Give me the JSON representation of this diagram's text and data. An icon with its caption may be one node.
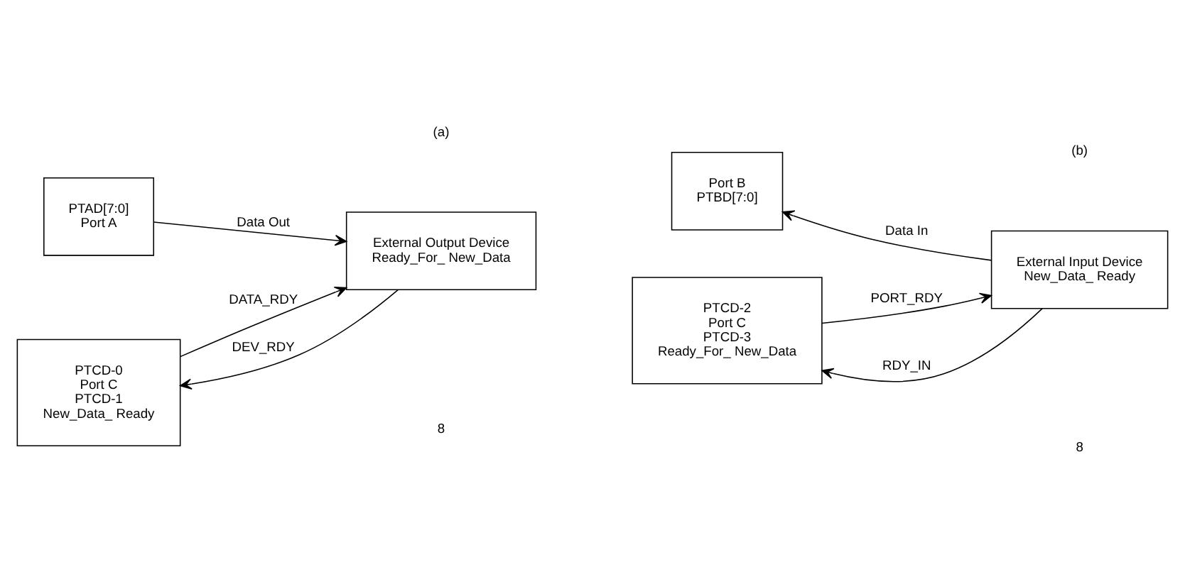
{
  "diagram": {
    "nodes": [
      {
        "text": [
          "PTAD[7:0]",
          "Port A"
        ]
      },
      {
        "text": [
          "External Output Device",
          "Ready_For_ New_Data"
        ]
      },
      {
        "text": [
          "PTCD-0",
          "Port C",
          "PTCD-1",
          "New_Data_ Ready"
        ]
      },
      {
        "text": [
          "Port B",
          "PTBD[7:0]"
        ]
      },
      {
        "text": [
          "External Input Device",
          "New_Data_ Ready"
        ]
      },
      {
        "text": [
          "PTCD-2",
          "Port C",
          "PTCD-3",
          "Ready_For_ New_Data"
        ]
      }
    ],
    "edges": [
      {
        "from": 0,
        "to": 1,
        "arrow": "to",
        "label": "Data Out"
      },
      {
        "from": 1,
        "to": 2,
        "arrow": "to",
        "label": "DEV_RDY"
      },
      {
        "from": 2,
        "to": 1,
        "arrow": "to",
        "label": "DATA_RDY"
      },
      {
        "from": 4,
        "to": 3,
        "arrow": "to",
        "label": "Data In"
      },
      {
        "from": 4,
        "to": 5,
        "arrow": "to",
        "label": "RDY_IN"
      },
      {
        "from": 5,
        "to": 4,
        "arrow": "to",
        "label": "PORT_RDY"
      }
    ],
    "labels": [
      "8",
      "8",
      "(a)",
      "(b)"
    ]
  }
}
